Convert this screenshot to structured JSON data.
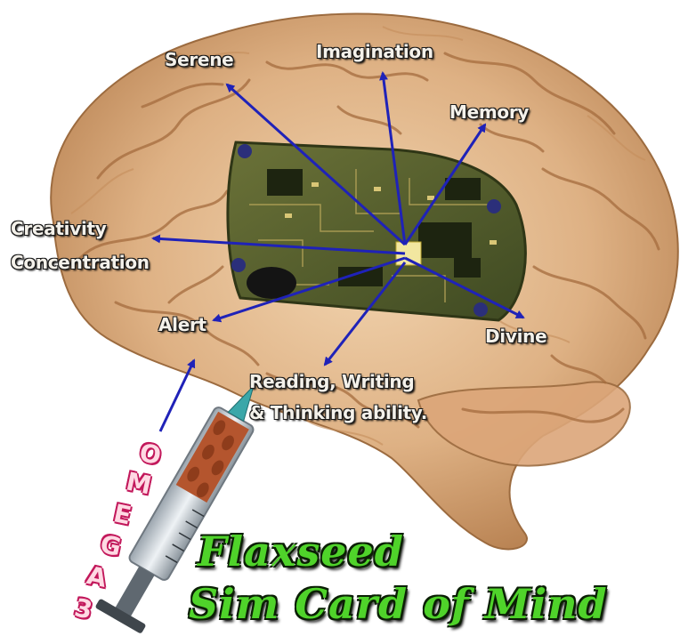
{
  "labels": {
    "serene": "Serene",
    "imagination": "Imagination",
    "memory": "Memory",
    "creativity": "Creativity",
    "concentration": "Concentration",
    "alert": "Alert",
    "divine": "Divine",
    "reading_line1": "Reading, Writing",
    "reading_line2": "& Thinking ability."
  },
  "syringe_letters": [
    "O",
    "M",
    "E",
    "G",
    "A",
    "3"
  ],
  "title": {
    "line1": "Flaxseed",
    "line2": "Sim Card of Mind"
  },
  "colors": {
    "arrow": "#1f22b8",
    "title_green": "#4fd32a",
    "omega_pink": "#c2185b",
    "brain": "#dcae7f",
    "board": "#4f5a2e"
  },
  "icons": [
    "brain-image",
    "circuit-board",
    "syringe-icon"
  ]
}
